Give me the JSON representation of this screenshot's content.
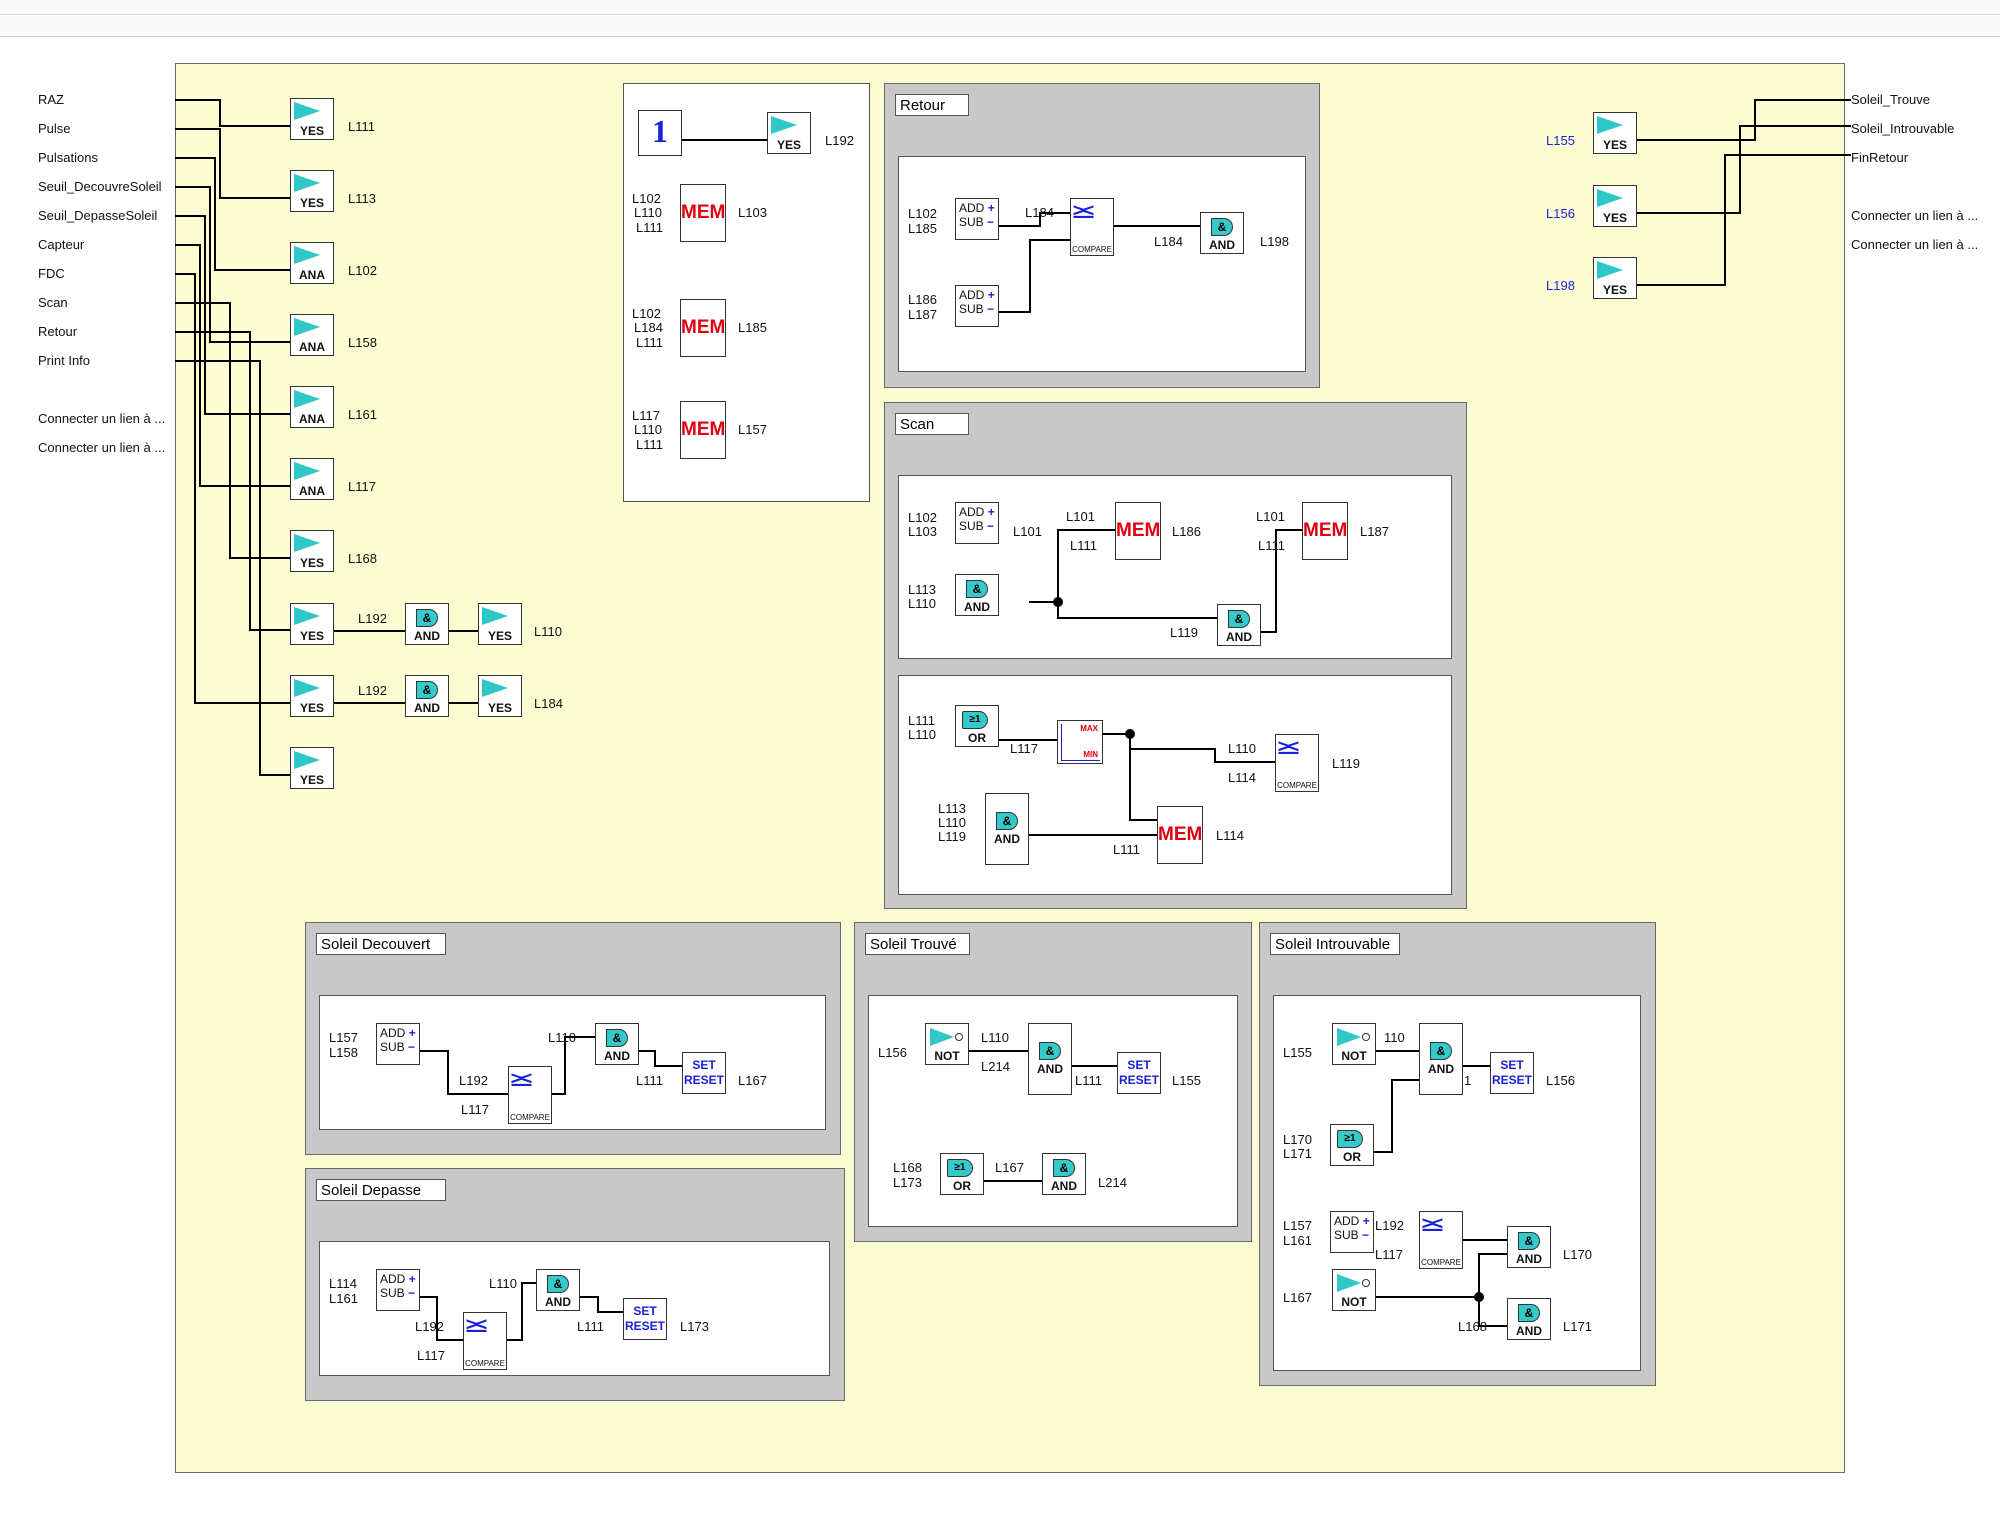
{
  "inputs": [
    "RAZ",
    "Pulse",
    "Pulsations",
    "Seuil_DecouvreSoleil",
    "Seuil_DepasseSoleil",
    "Capteur",
    "FDC",
    "Scan",
    "Retour",
    "Print Info"
  ],
  "inputs_extra": [
    "Connecter un lien à ...",
    "Connecter un lien à ..."
  ],
  "outputs": [
    "Soleil_Trouve",
    "Soleil_Introuvable",
    "FinRetour"
  ],
  "outputs_extra": [
    "Connecter un lien à ...",
    "Connecter un lien à ..."
  ],
  "blocks": {
    "yes": "YES",
    "ana": "ANA",
    "and": "AND",
    "or": "OR",
    "not": "NOT",
    "mem": "MEM",
    "set": "SET",
    "reset": "RESET",
    "add": "ADD",
    "sub": "SUB",
    "compare": "COMPARE",
    "one": "1",
    "max": "MAX",
    "min": "MIN",
    "amp": "&",
    "ge1": "≥1"
  },
  "left_column_outputs": [
    "L111",
    "L113",
    "L102",
    "L158",
    "L161",
    "L117",
    "L168",
    "L110",
    "L184"
  ],
  "left_chain": {
    "l192a": "L192",
    "l192b": "L192"
  },
  "memory_box": {
    "const_out": "L192",
    "mem1_in": [
      "L102",
      "L110",
      "L111"
    ],
    "mem1_out": "L103",
    "mem2_in": [
      "L102",
      "L184",
      "L111"
    ],
    "mem2_out": "L185",
    "mem3_in": [
      "L117",
      "L110",
      "L111"
    ],
    "mem3_out": "L157"
  },
  "retour": {
    "title": "Retour",
    "add1_in": [
      "L102",
      "L185"
    ],
    "add2_in": [
      "L186",
      "L187"
    ],
    "cmp_top": "L184",
    "cmp_out": "L184",
    "and_out": "L198"
  },
  "scan": {
    "title": "Scan",
    "add_in": [
      "L102",
      "L103"
    ],
    "add_out": "L101",
    "and1_in": [
      "L113",
      "L110"
    ],
    "mem1_a": "L101",
    "mem1_b": "L111",
    "mem1_out": "L186",
    "mem2_a": "L101",
    "mem2_b": "L111",
    "mem2_out": "L187",
    "and2_in": "L119",
    "or_in": [
      "L111",
      "L110"
    ],
    "or_out": "L117",
    "cmp_a": "L110",
    "cmp_b": "L114",
    "cmp_out": "L119",
    "and3_in": [
      "L113",
      "L110",
      "L119"
    ],
    "mem3_b": "L111",
    "mem3_out": "L114"
  },
  "outputs_right": {
    "in": [
      "L155",
      "L156",
      "L198"
    ]
  },
  "soleil_decouvert": {
    "title": "Soleil Decouvert",
    "add_in": [
      "L157",
      "L158"
    ],
    "cmp_a": "L192",
    "cmp_b": "L117",
    "and_in": "L110",
    "sr_in": "L111",
    "sr_out": "L167"
  },
  "soleil_depasse": {
    "title": "Soleil Depasse",
    "add_in": [
      "L114",
      "L161"
    ],
    "cmp_a": "L192",
    "cmp_b": "L117",
    "and_in": "L110",
    "sr_in": "L111",
    "sr_out": "L173"
  },
  "soleil_trouve": {
    "title": "Soleil Trouvé",
    "not_in": "L156",
    "and_a": "L110",
    "and_b": "L214",
    "sr_in": "L111",
    "sr_out": "L155",
    "or_in": [
      "L168",
      "L173"
    ],
    "or_to": "L167",
    "and2_out": "L214"
  },
  "soleil_introuvable": {
    "title": "Soleil Introuvable",
    "not_in": "L155",
    "and_a": "110",
    "sr_in": "1",
    "sr_out": "L156",
    "or_in": [
      "L170",
      "L171"
    ],
    "add_in": [
      "L157",
      "L161"
    ],
    "cmp_a": "L192",
    "cmp_b": "L117",
    "and1_out": "L170",
    "not2_in": "L167",
    "and2_in": "L168",
    "and2_out": "L171"
  }
}
